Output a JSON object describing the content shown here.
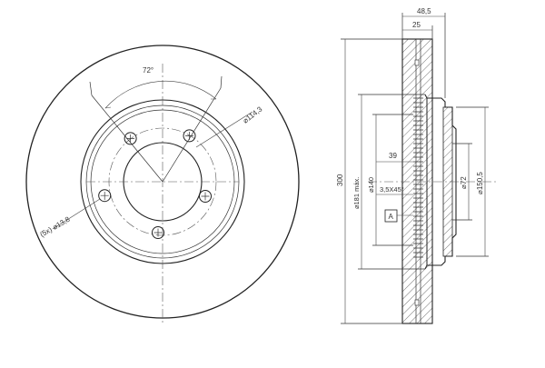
{
  "front_view": {
    "angle_label": "72°",
    "pcd_label": "⌀114,3",
    "bolt_hole_label": "(5x) ⌀13,8"
  },
  "side_view": {
    "overall_width": "48,5",
    "disc_thickness": "25",
    "outer_diameter": "300",
    "max_diameter": "⌀181 máx.",
    "diameter_140": "⌀140",
    "depth_39": "39",
    "chamfer": "3,5X45°",
    "datum": "A",
    "center_bore": "⌀72",
    "hub_diameter": "⌀150,5"
  },
  "colors": {
    "line": "#222222",
    "hatch": "#555555",
    "background": "#ffffff"
  }
}
